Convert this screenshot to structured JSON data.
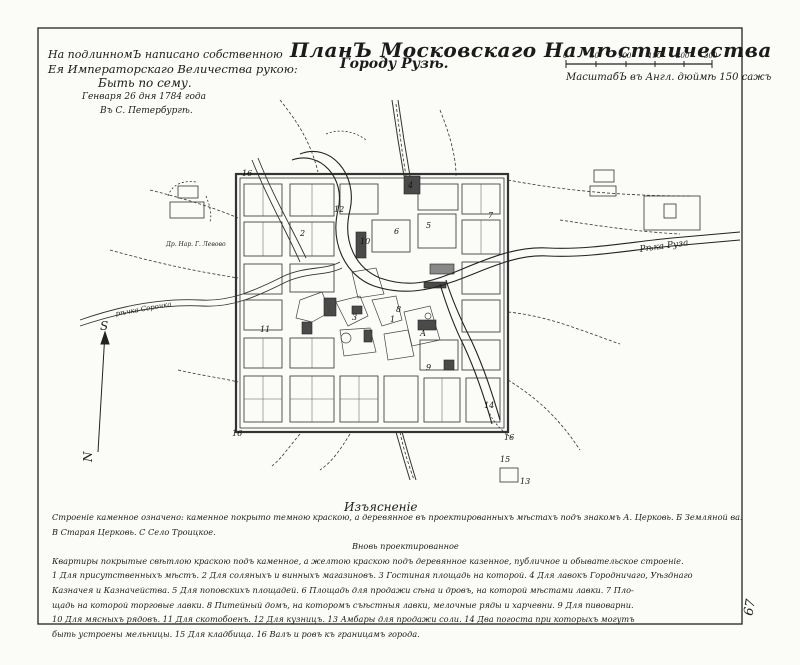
{
  "title": {
    "main": "ПланЪ Московскаго Намѣстничества",
    "sub": "Городу Рузѣ."
  },
  "left_note": [
    "На подлинномЪ написано собственною",
    "Ея Императорскаго Величества рукою:",
    "Быть по сему.",
    "Генваря 26 дня 1784 года",
    "Въ С. Петербургѣ."
  ],
  "scale": {
    "ticks": [
      "0",
      "50",
      "100",
      "150",
      "200",
      "300"
    ],
    "label": "МасштабЪ въ Англ. дюймѣ 150 сажъ"
  },
  "rivers": {
    "ruza": "Рѣка Руза",
    "small_river": "рѣчка Сорочка"
  },
  "map_labels": {
    "numbers": [
      "1",
      "2",
      "3",
      "4",
      "5",
      "6",
      "7",
      "8",
      "9",
      "10",
      "11",
      "12",
      "13",
      "14",
      "15",
      "16"
    ],
    "corner_mark": "16",
    "letter": "А",
    "monastery": "Др. Нар. Г. Левово",
    "north": "N",
    "south": "S"
  },
  "legend": {
    "heading": "Изъясненіе",
    "lines": [
      "Строеніе каменное означено: каменное покрыто темною краскою, а деревянное въ проектированныхъ мѣстахъ подъ знакомъ А. Церковь. Б Земляной валъ.",
      "В Старая Церковь. С Село Троицкое.",
      "Вновь проектированное",
      "Квартиры покрытые свѣтлою краскою подъ каменное, а желтою краскою подъ деревянное казенное, публичное и обывательское строеніе.",
      "1 Для присутственныхъ мѣстъ. 2 Для соляныхъ и винныхъ магазиновъ. 3 Гостиная площадь на которой. 4 Для лавокъ Городничаго, Уѣзднаго",
      "Казначея и Казначейства. 5 Для поповскихъ площадей. 6 Площадь для продажи сѣна и дровъ, на которой мѣстами лавки. 7 Пло-",
      "щадь на которой торговые лавки. 8 Питейный домъ, на которомъ съѣстныя лавки, мелочные ряды и харчевни. 9 Для пивоварни.",
      "10 Для мясныхъ рядовъ. 11 Для скотобоенъ. 12 Для кузницъ. 13 Амбары для продажи соли. 14 Два погоста при которыхъ могутъ",
      "быть устроены мельницы. 15 Для кладбища. 16 Валъ и ровъ къ границамъ города."
    ]
  },
  "page_number": "67"
}
